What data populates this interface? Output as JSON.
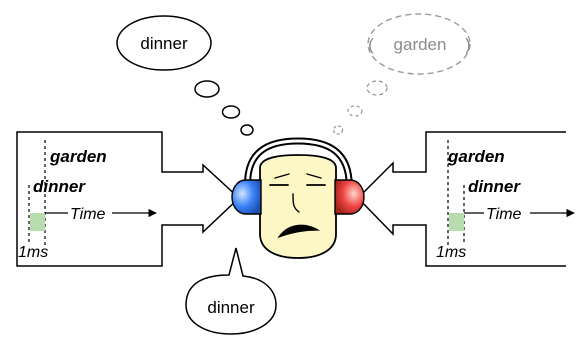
{
  "thought_bubble_left": {
    "text": "dinner"
  },
  "thought_bubble_right": {
    "text": "garden"
  },
  "speech_bubble": {
    "text": "dinner"
  },
  "left_panel": {
    "word_top": "garden",
    "word_bottom": "dinner",
    "axis_label": "Time",
    "interval_label": "1ms"
  },
  "right_panel": {
    "word_top": "garden",
    "word_bottom": "dinner",
    "axis_label": "Time",
    "interval_label": "1ms"
  },
  "colors": {
    "face": "#fdf6c5",
    "earcup_left": "#3b82f6",
    "earcup_right": "#ef4444",
    "interval_box": "#b7dcae",
    "dashed_grey": "#9a9a9a"
  }
}
